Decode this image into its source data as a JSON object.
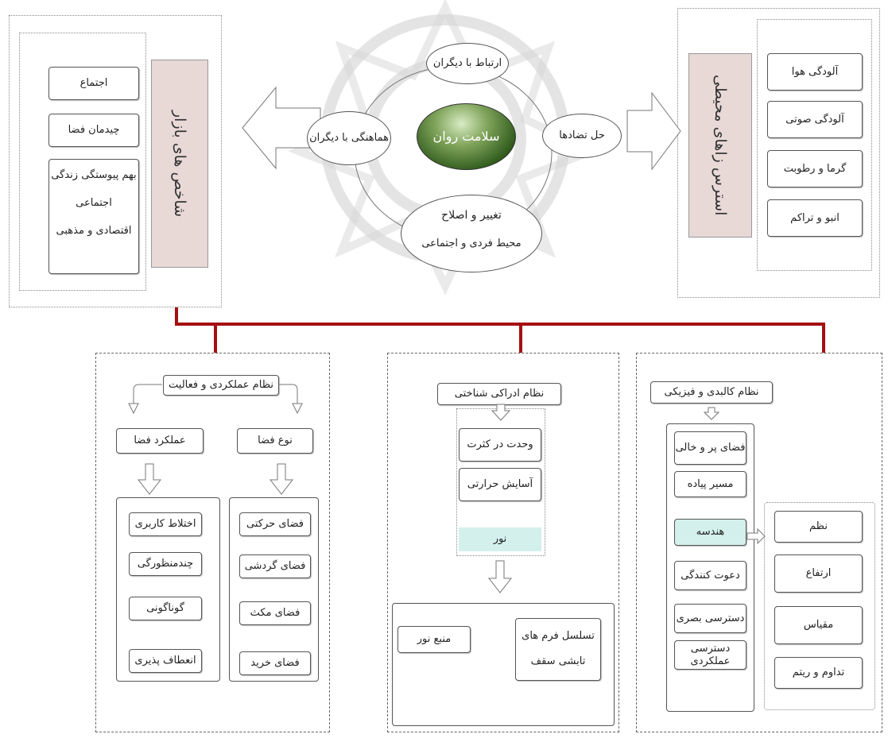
{
  "colors": {
    "red_line": "#a50f0f",
    "tan_fill": "#e8d9d6",
    "teal_fill": "#d3f0ec",
    "watermark": "#b0b0b0"
  },
  "center": {
    "main": "سلامت روان",
    "top": "ارتباط  با دیگران",
    "left": "هماهنگی با دیگران",
    "right": "حل تضادها",
    "bottom_line1": "تغییر و اصلاح",
    "bottom_line2": "محیط فردی و اجتماعی"
  },
  "left_panel": {
    "header": "شاخص های بازار",
    "items": [
      "اجتماع",
      "چیدمان فضا"
    ],
    "multi": [
      "بهم پیوستگی زندگی",
      "اجتماعی",
      "اقتصادی و مذهبی"
    ]
  },
  "right_panel": {
    "header": "استرس زاهای محیطی",
    "items": [
      "آلودگی هوا",
      "آلودگی صوتی",
      "گرما و رطوبت",
      "انبو و تراکم"
    ]
  },
  "panel_functional": {
    "title": "نظام عملکردی و فعالیت",
    "col_left_title": "عملکرد فضا",
    "col_right_title": "نوع فضا",
    "left_items": [
      "اختلاط کاربری",
      "چندمنظورگی",
      "گوناگونی",
      "انعطاف پذیری"
    ],
    "right_items": [
      "فضای حرکتی",
      "فضای گردشی",
      "فضای مکث",
      "فضای خرید"
    ]
  },
  "panel_cognitive": {
    "title": "نظام ادراکی شناختی",
    "items": [
      "وحدت در کثرت",
      "آسایش حرارتی",
      "نور"
    ],
    "bottom_right_line1": "تسلسل فرم های",
    "bottom_right_line2": "تابشی سقف",
    "bottom_left": "منبع نور"
  },
  "panel_physical": {
    "title": "نظام کالبدی و فیزیکی",
    "items": [
      "فضای پر و خالی",
      "مسیر پیاده",
      "هندسه",
      "دعوت کنندگی",
      "دسترسی بصری",
      "دسترسی عملکردی"
    ],
    "sub_items": [
      "نظم",
      "ارتفاع",
      "مقیاس",
      "تداوم و ریتم"
    ]
  }
}
